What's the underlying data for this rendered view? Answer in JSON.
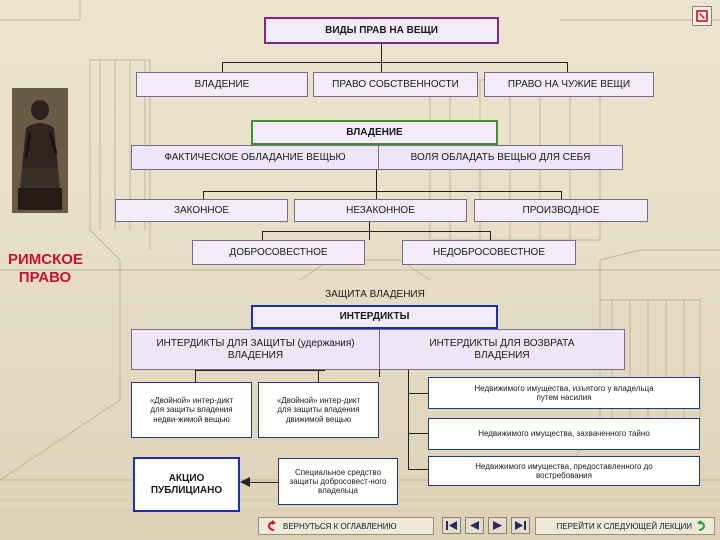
{
  "diagram": {
    "title": "ВИДЫ ПРАВ НА ВЕЩИ",
    "rights": [
      "ВЛАДЕНИЕ",
      "ПРАВО СОБСТВЕННОСТИ",
      "ПРАВО НА ЧУЖИЕ ВЕЩИ"
    ],
    "possession_title": "ВЛАДЕНИЕ",
    "elements": [
      "ФАКТИЧЕСКОЕ ОБЛАДАНИЕ ВЕЩЬЮ",
      "ВОЛЯ ОБЛАДАТЬ ВЕЩЬЮ ДЛЯ СЕБЯ"
    ],
    "types": [
      "ЗАКОННОЕ",
      "НЕЗАКОННОЕ",
      "ПРОИЗВОДНОЕ"
    ],
    "faith": [
      "ДОБРОСОВЕСТНОЕ",
      "НЕДОБРОСОВЕСТНОЕ"
    ],
    "protection_label": "ЗАЩИТА ВЛАДЕНИЯ",
    "interdicts_title": "ИНТЕРДИКТЫ",
    "interdict_keep": "ИНТЕРДИКТЫ ДЛЯ ЗАЩИТЫ (удержания) ВЛАДЕНИЯ",
    "interdict_return": "ИНТЕРДИКТЫ ДЛЯ ВОЗВРАТА ВЛАДЕНИЯ",
    "double_immovable": "«Двойной» интер-дикт для защиты владения недви-жимой вещью",
    "double_movable": "«Двойной» интер-дикт для защиты владения движимой вещью",
    "return_items": [
      "Недвижимого имущества, изъятого у владельца путем насилия",
      "Недвижимого имущества, захваченного тайно",
      "Недвижимого имущества, предоставленного до востребования"
    ],
    "actio": "АКЦИО ПУБЛИЦИАНО",
    "special_remedy": "Специальное средство защиты добросовест-ного владельца"
  },
  "sidebar": {
    "title": "РИМСКОЕ ПРАВО"
  },
  "nav": {
    "back_label": "ВЕРНУТЬСЯ К ОГЛАВЛЕНИЮ",
    "next_label": "ПЕРЕЙТИ К СЛЕДУЮЩЕЙ ЛЕКЦИИ"
  },
  "colors": {
    "accent_red": "#c8102e",
    "purple_border": "#7a2a8a",
    "green_border": "#3f8f2f",
    "blue_border": "#1f2fa8"
  }
}
